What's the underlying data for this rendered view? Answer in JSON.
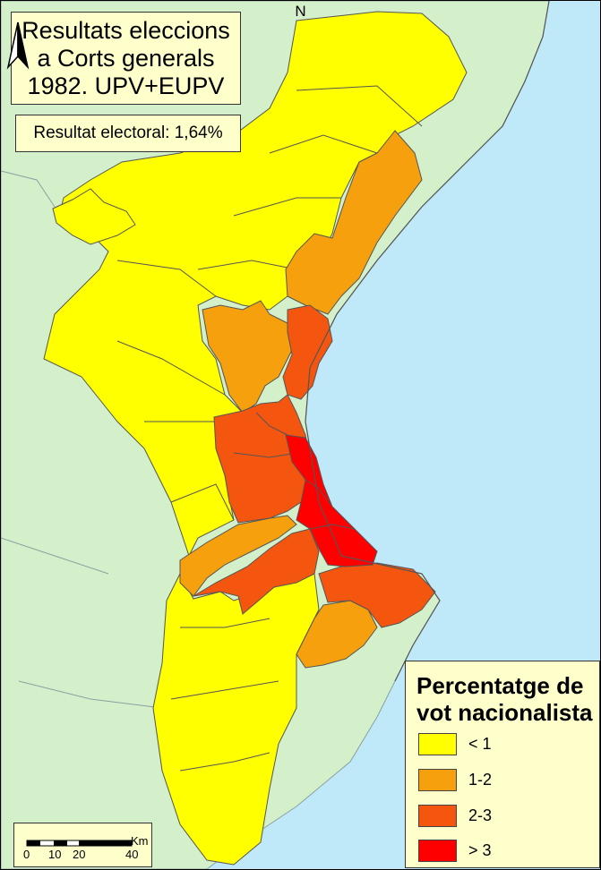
{
  "title": {
    "line1": "Resultats eleccions",
    "line2": "a Corts generals",
    "line3": "1982. UPV+EUPV"
  },
  "result": "Resultat electoral: 1,64%",
  "north": "N",
  "legend": {
    "title_line1": "Percentatge de",
    "title_line2": "vot nacionalista",
    "items": [
      {
        "label": "< 1",
        "color": "#ffff00"
      },
      {
        "label": "1-2",
        "color": "#f5a00c"
      },
      {
        "label": "2-3",
        "color": "#f5560f"
      },
      {
        "label": "> 3",
        "color": "#ff0000"
      }
    ]
  },
  "scale": {
    "ticks": [
      "0",
      "10",
      "20",
      "40"
    ],
    "unit": "Km"
  },
  "colors": {
    "sea": "#bfe8f8",
    "land_other": "#d3f0cb",
    "border": "#555555"
  }
}
